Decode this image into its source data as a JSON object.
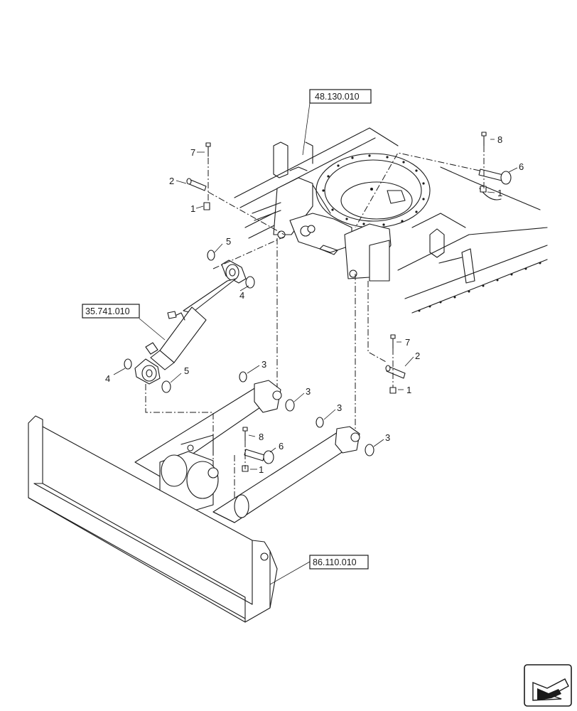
{
  "references": {
    "frame": "48.130.010",
    "cylinder": "35.741.010",
    "blade": "86.110.010"
  },
  "callouts": {
    "c1_top": "1",
    "c2_top": "2",
    "c7_top": "7",
    "c8_top": "8",
    "c6_top": "6",
    "c1_topright": "1",
    "c5_upper": "5",
    "c4_upper": "4",
    "c4_lower": "4",
    "c5_lower": "5",
    "c3_a": "3",
    "c3_b": "3",
    "c3_c": "3",
    "c3_d": "3",
    "c7_right": "7",
    "c2_right": "2",
    "c1_right": "1",
    "c8_mid": "8",
    "c6_mid": "6",
    "c1_mid": "1"
  },
  "icons": {
    "navigation": "view-direction-arrow-icon"
  }
}
